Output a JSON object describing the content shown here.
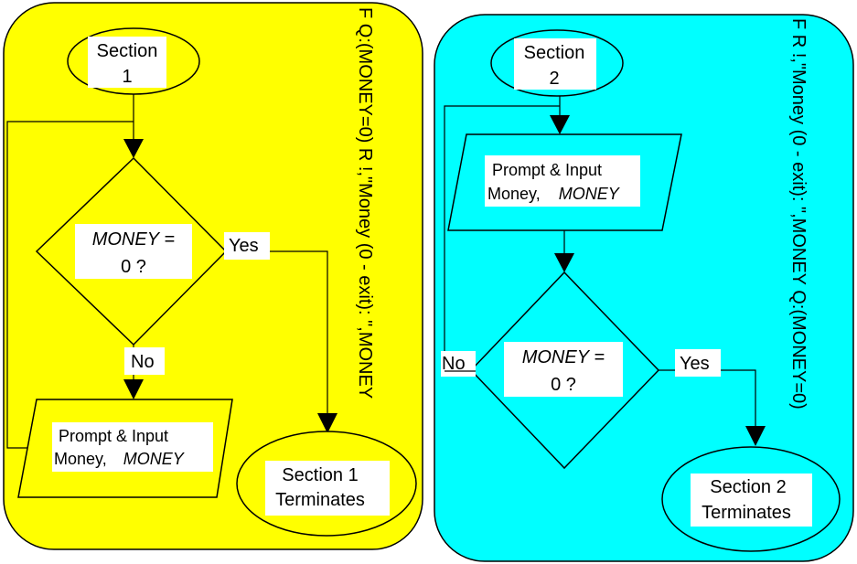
{
  "colors": {
    "panel1": "#ffff00",
    "panel2": "#00ffff",
    "line": "#000000",
    "box": "#ffffff"
  },
  "section1": {
    "start_line1": "Section",
    "start_line2": "1",
    "decision_var": "MONEY",
    "decision_eq": " =",
    "decision_line2": "0 ?",
    "yes_label": "Yes",
    "no_label": "No",
    "io_line1": "Prompt & Input",
    "io_line2_a": "Money,",
    "io_line2_b": "MONEY",
    "end_line1": "Section 1",
    "end_line2": "Terminates",
    "code": "F  Q:(MONEY=0)  R !,\"Money (0 - exit): \",MONEY"
  },
  "section2": {
    "start_line1": "Section",
    "start_line2": "2",
    "io_line1": "Prompt & Input",
    "io_line2_a": "Money,",
    "io_line2_b": "MONEY",
    "decision_var": "MONEY",
    "decision_eq": " =",
    "decision_line2": "0 ?",
    "yes_label": "Yes",
    "no_label": "No",
    "end_line1": "Section 2",
    "end_line2": "Terminates",
    "code": "F  R !,\"Money (0 - exit): \",MONEY  Q:(MONEY=0)"
  }
}
